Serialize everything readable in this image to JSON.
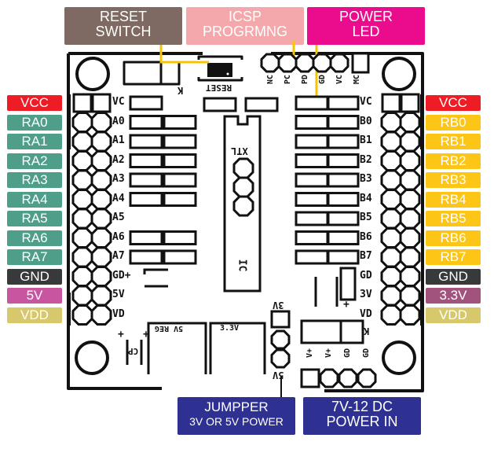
{
  "callouts": {
    "reset_switch": {
      "line1": "RESET",
      "line2": "SWITCH",
      "color": "#7f6a63"
    },
    "icsp": {
      "line1": "ICSP",
      "line2": "PROGRMNG",
      "color": "#f4a8ab"
    },
    "power_led": {
      "line1": "POWER",
      "line2": "LED",
      "color": "#ea0c8c"
    },
    "jumper": {
      "line1": "JUMPPER",
      "line2": "3V OR 5V POWER",
      "color": "#2e3192"
    },
    "dc_in": {
      "line1": "7V-12 DC",
      "line2": "POWER IN",
      "color": "#2e3192"
    }
  },
  "leader_color": "#f8c300",
  "left_pins": [
    {
      "label": "VCC",
      "color": "#ee1c25",
      "silk": "VC"
    },
    {
      "label": "RA0",
      "color": "#4e9e8a",
      "silk": "A0"
    },
    {
      "label": "RA1",
      "color": "#4e9e8a",
      "silk": "A1"
    },
    {
      "label": "RA2",
      "color": "#4e9e8a",
      "silk": "A2"
    },
    {
      "label": "RA3",
      "color": "#4e9e8a",
      "silk": "A3"
    },
    {
      "label": "RA4",
      "color": "#4e9e8a",
      "silk": "A4"
    },
    {
      "label": "RA5",
      "color": "#4e9e8a",
      "silk": "A5"
    },
    {
      "label": "RA6",
      "color": "#4e9e8a",
      "silk": "A6"
    },
    {
      "label": "RA7",
      "color": "#4e9e8a",
      "silk": "A7"
    },
    {
      "label": "GND",
      "color": "#38393b",
      "silk": "GD+"
    },
    {
      "label": "5V",
      "color": "#c8559f",
      "silk": "5V"
    },
    {
      "label": "VDD",
      "color": "#d8c86c",
      "silk": "VD"
    }
  ],
  "right_pins": [
    {
      "label": "VCC",
      "color": "#ee1c25",
      "silk": "VC"
    },
    {
      "label": "RB0",
      "color": "#fdc516",
      "silk": "B0"
    },
    {
      "label": "RB1",
      "color": "#fdc516",
      "silk": "B1"
    },
    {
      "label": "RB2",
      "color": "#fdc516",
      "silk": "B2"
    },
    {
      "label": "RB3",
      "color": "#fdc516",
      "silk": "B3"
    },
    {
      "label": "RB4",
      "color": "#fdc516",
      "silk": "B4"
    },
    {
      "label": "RB5",
      "color": "#fdc516",
      "silk": "B5"
    },
    {
      "label": "RB6",
      "color": "#fdc516",
      "silk": "B6"
    },
    {
      "label": "RB7",
      "color": "#fdc516",
      "silk": "B7"
    },
    {
      "label": "GND",
      "color": "#38393b",
      "silk": "GD"
    },
    {
      "label": "3.3V",
      "color": "#a1537d",
      "silk": "3V"
    },
    {
      "label": "VDD",
      "color": "#d8c86c",
      "silk": "VD"
    }
  ],
  "silkscreen": {
    "icsp_pins": [
      "NC",
      "PC",
      "PD",
      "GD",
      "VC",
      "MC"
    ],
    "reset": "RESET",
    "k_top": "K",
    "k_bottom": "K",
    "xtl": "XTL",
    "ic": "IC",
    "reg": "5V REG",
    "reg33": "3.3V",
    "cp": "CP",
    "jumper_top": "3V",
    "jumper_bottom": "5V",
    "power_pins": [
      "V+",
      "V+",
      "GD",
      "GD"
    ],
    "plus": "+"
  }
}
